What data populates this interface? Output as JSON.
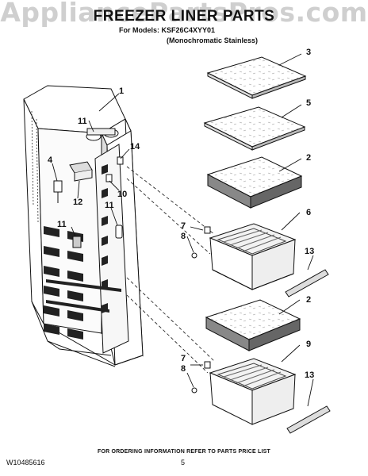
{
  "watermark": "AppliancePartsPros.com",
  "title": "FREEZER LINER PARTS",
  "models_line": "For Models: KSF26C4XYY01",
  "variant_line": "(Monochromatic Stainless)",
  "footer_note": "FOR ORDERING INFORMATION REFER TO PARTS PRICE LIST",
  "doc_number": "W10485616",
  "page_number": "5",
  "callouts": [
    "1",
    "2",
    "2",
    "3",
    "4",
    "5",
    "6",
    "7",
    "7",
    "8",
    "8",
    "9",
    "10",
    "11",
    "11",
    "11",
    "12",
    "13",
    "13",
    "14"
  ]
}
